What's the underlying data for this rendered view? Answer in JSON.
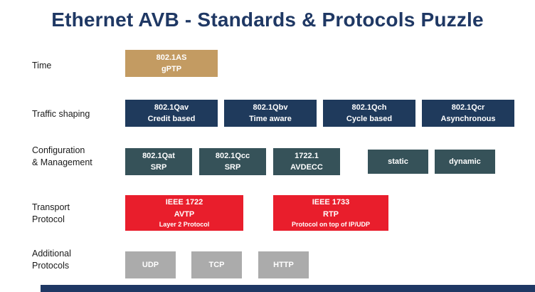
{
  "slide": {
    "title": "Ethernet AVB - Standards & Protocols Puzzle"
  },
  "colors": {
    "title_text": "#1F3864",
    "time_block": "#C39B62",
    "traffic_block": "#1F3A5C",
    "config_block": "#365259",
    "transport_block": "#E91E2C",
    "additional_block": "#ABABAB",
    "block_text": "#FFFFFF",
    "footer_bar": "#1F3864"
  },
  "rows": {
    "time": {
      "label": "Time",
      "blocks": {
        "as": {
          "l1": "802.1AS",
          "l2": "gPTP"
        }
      }
    },
    "traffic": {
      "label": "Traffic shaping",
      "blocks": {
        "qav": {
          "l1": "802.1Qav",
          "l2": "Credit based"
        },
        "qbv": {
          "l1": "802.1Qbv",
          "l2": "Time aware"
        },
        "qch": {
          "l1": "802.1Qch",
          "l2": "Cycle based"
        },
        "qcr": {
          "l1": "802.1Qcr",
          "l2": "Asynchronous"
        }
      }
    },
    "config": {
      "label1": "Configuration",
      "label2": "& Management",
      "blocks": {
        "qat": {
          "l1": "802.1Qat",
          "l2": "SRP"
        },
        "qcc": {
          "l1": "802.1Qcc",
          "l2": "SRP"
        },
        "avdecc": {
          "l1": "1722.1",
          "l2": "AVDECC"
        },
        "static": {
          "l1": "static"
        },
        "dynamic": {
          "l1": "dynamic"
        }
      }
    },
    "transport": {
      "label1": "Transport",
      "label2": "Protocol",
      "blocks": {
        "avtp": {
          "l1": "IEEE 1722",
          "l2": "AVTP",
          "l3": "Layer 2 Protocol"
        },
        "rtp": {
          "l1": "IEEE 1733",
          "l2": "RTP",
          "l3": "Protocol on top of IP/UDP"
        }
      }
    },
    "additional": {
      "label1": "Additional",
      "label2": "Protocols",
      "blocks": {
        "udp": {
          "l1": "UDP"
        },
        "tcp": {
          "l1": "TCP"
        },
        "http": {
          "l1": "HTTP"
        }
      }
    }
  }
}
